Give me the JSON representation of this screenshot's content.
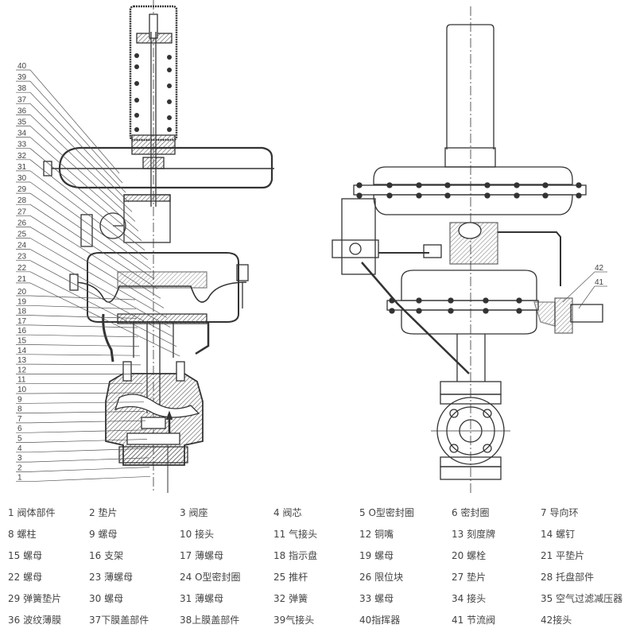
{
  "title": "自力式氮封阀结构图",
  "left_callouts": [
    "40",
    "39",
    "38",
    "37",
    "36",
    "35",
    "34",
    "33",
    "32",
    "31",
    "30",
    "29",
    "28",
    "27",
    "26",
    "25",
    "24",
    "23",
    "22",
    "21",
    "20",
    "19",
    "18",
    "17",
    "16",
    "15",
    "14",
    "13",
    "12",
    "11",
    "10",
    "9",
    "8",
    "7",
    "6",
    "5",
    "4",
    "3",
    "2",
    "1"
  ],
  "right_callouts": [
    "42",
    "41"
  ],
  "parts_list": [
    [
      "1 阀体部件",
      "2 垫片",
      "3 阀座",
      "4 阀芯",
      "5 O型密封圈",
      "6 密封圈",
      "7 导向环"
    ],
    [
      "8 螺柱",
      "9 螺母",
      "10 接头",
      "11 气接头",
      "12 铜嘴",
      "13 刻度牌",
      "14 螺钉"
    ],
    [
      "15 螺母",
      "16 支架",
      "17 薄螺母",
      "18 指示盘",
      "19 螺母",
      "20 螺栓",
      "21 平垫片"
    ],
    [
      "22 螺母",
      "23 薄螺母",
      "24 O型密封圈",
      "25 推杆",
      "26 限位块",
      "27 垫片",
      "28 托盘部件"
    ],
    [
      "29 弹簧垫片",
      "30 螺母",
      "31 薄螺母",
      "32 弹簧",
      "33 螺母",
      "34 接头",
      "35 空气过滤减压器"
    ],
    [
      "36 波纹薄膜",
      "37下膜盖部件",
      "38上膜盖部件",
      "39气接头",
      "40指挥器",
      "41 节流阀",
      "42接头"
    ]
  ],
  "colors": {
    "line": "#333333",
    "text": "#444444",
    "hatch": "#555555"
  }
}
